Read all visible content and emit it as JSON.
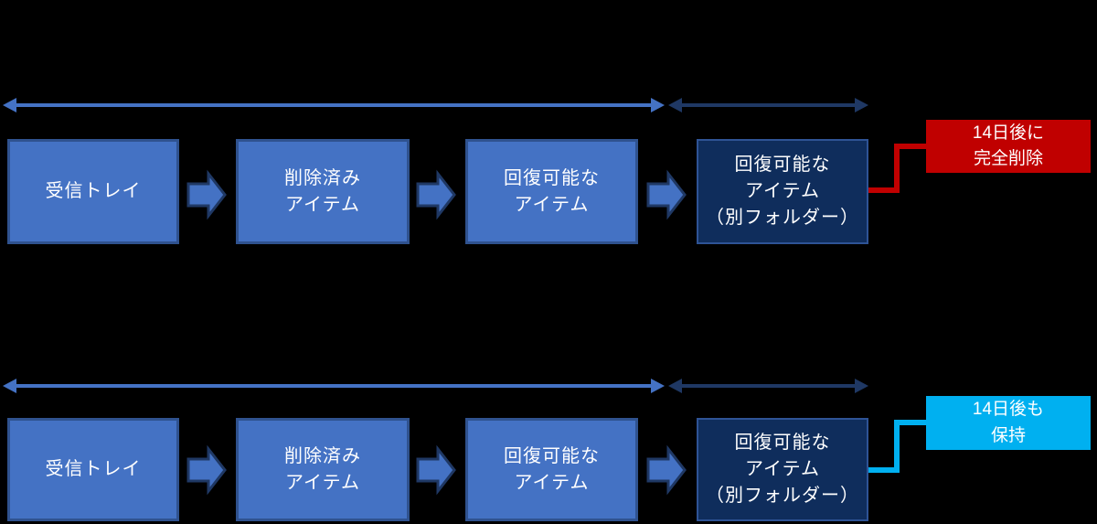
{
  "colors": {
    "background": "#000000",
    "box_blue": "#4472C4",
    "box_blue_border": "#2F528F",
    "box_navy": "#0F2D5C",
    "box_navy_border": "#2E5395",
    "arrow_light_blue": "#4472C4",
    "arrow_dark_navy": "#1F3864",
    "block_arrow_fill": "#4472C4",
    "block_arrow_stroke": "#1F3864",
    "connector_red": "#C00000",
    "connector_cyan": "#00B0F0",
    "callout_red": "#C00000",
    "callout_cyan": "#00B0F0",
    "text": "#FFFFFF"
  },
  "rows": [
    {
      "boxes": [
        {
          "label": "受信トレイ"
        },
        {
          "label": "削除済み\nアイテム"
        },
        {
          "label": "回復可能な\nアイテム"
        },
        {
          "label": "回復可能な\nアイテム\n（別フォルダー）"
        }
      ],
      "callout": {
        "label": "14日後に\n完全削除"
      }
    },
    {
      "boxes": [
        {
          "label": "受信トレイ"
        },
        {
          "label": "削除済み\nアイテム"
        },
        {
          "label": "回復可能な\nアイテム"
        },
        {
          "label": "回復可能な\nアイテム\n（別フォルダー）"
        }
      ],
      "callout": {
        "label": "14日後も\n保持"
      }
    }
  ]
}
